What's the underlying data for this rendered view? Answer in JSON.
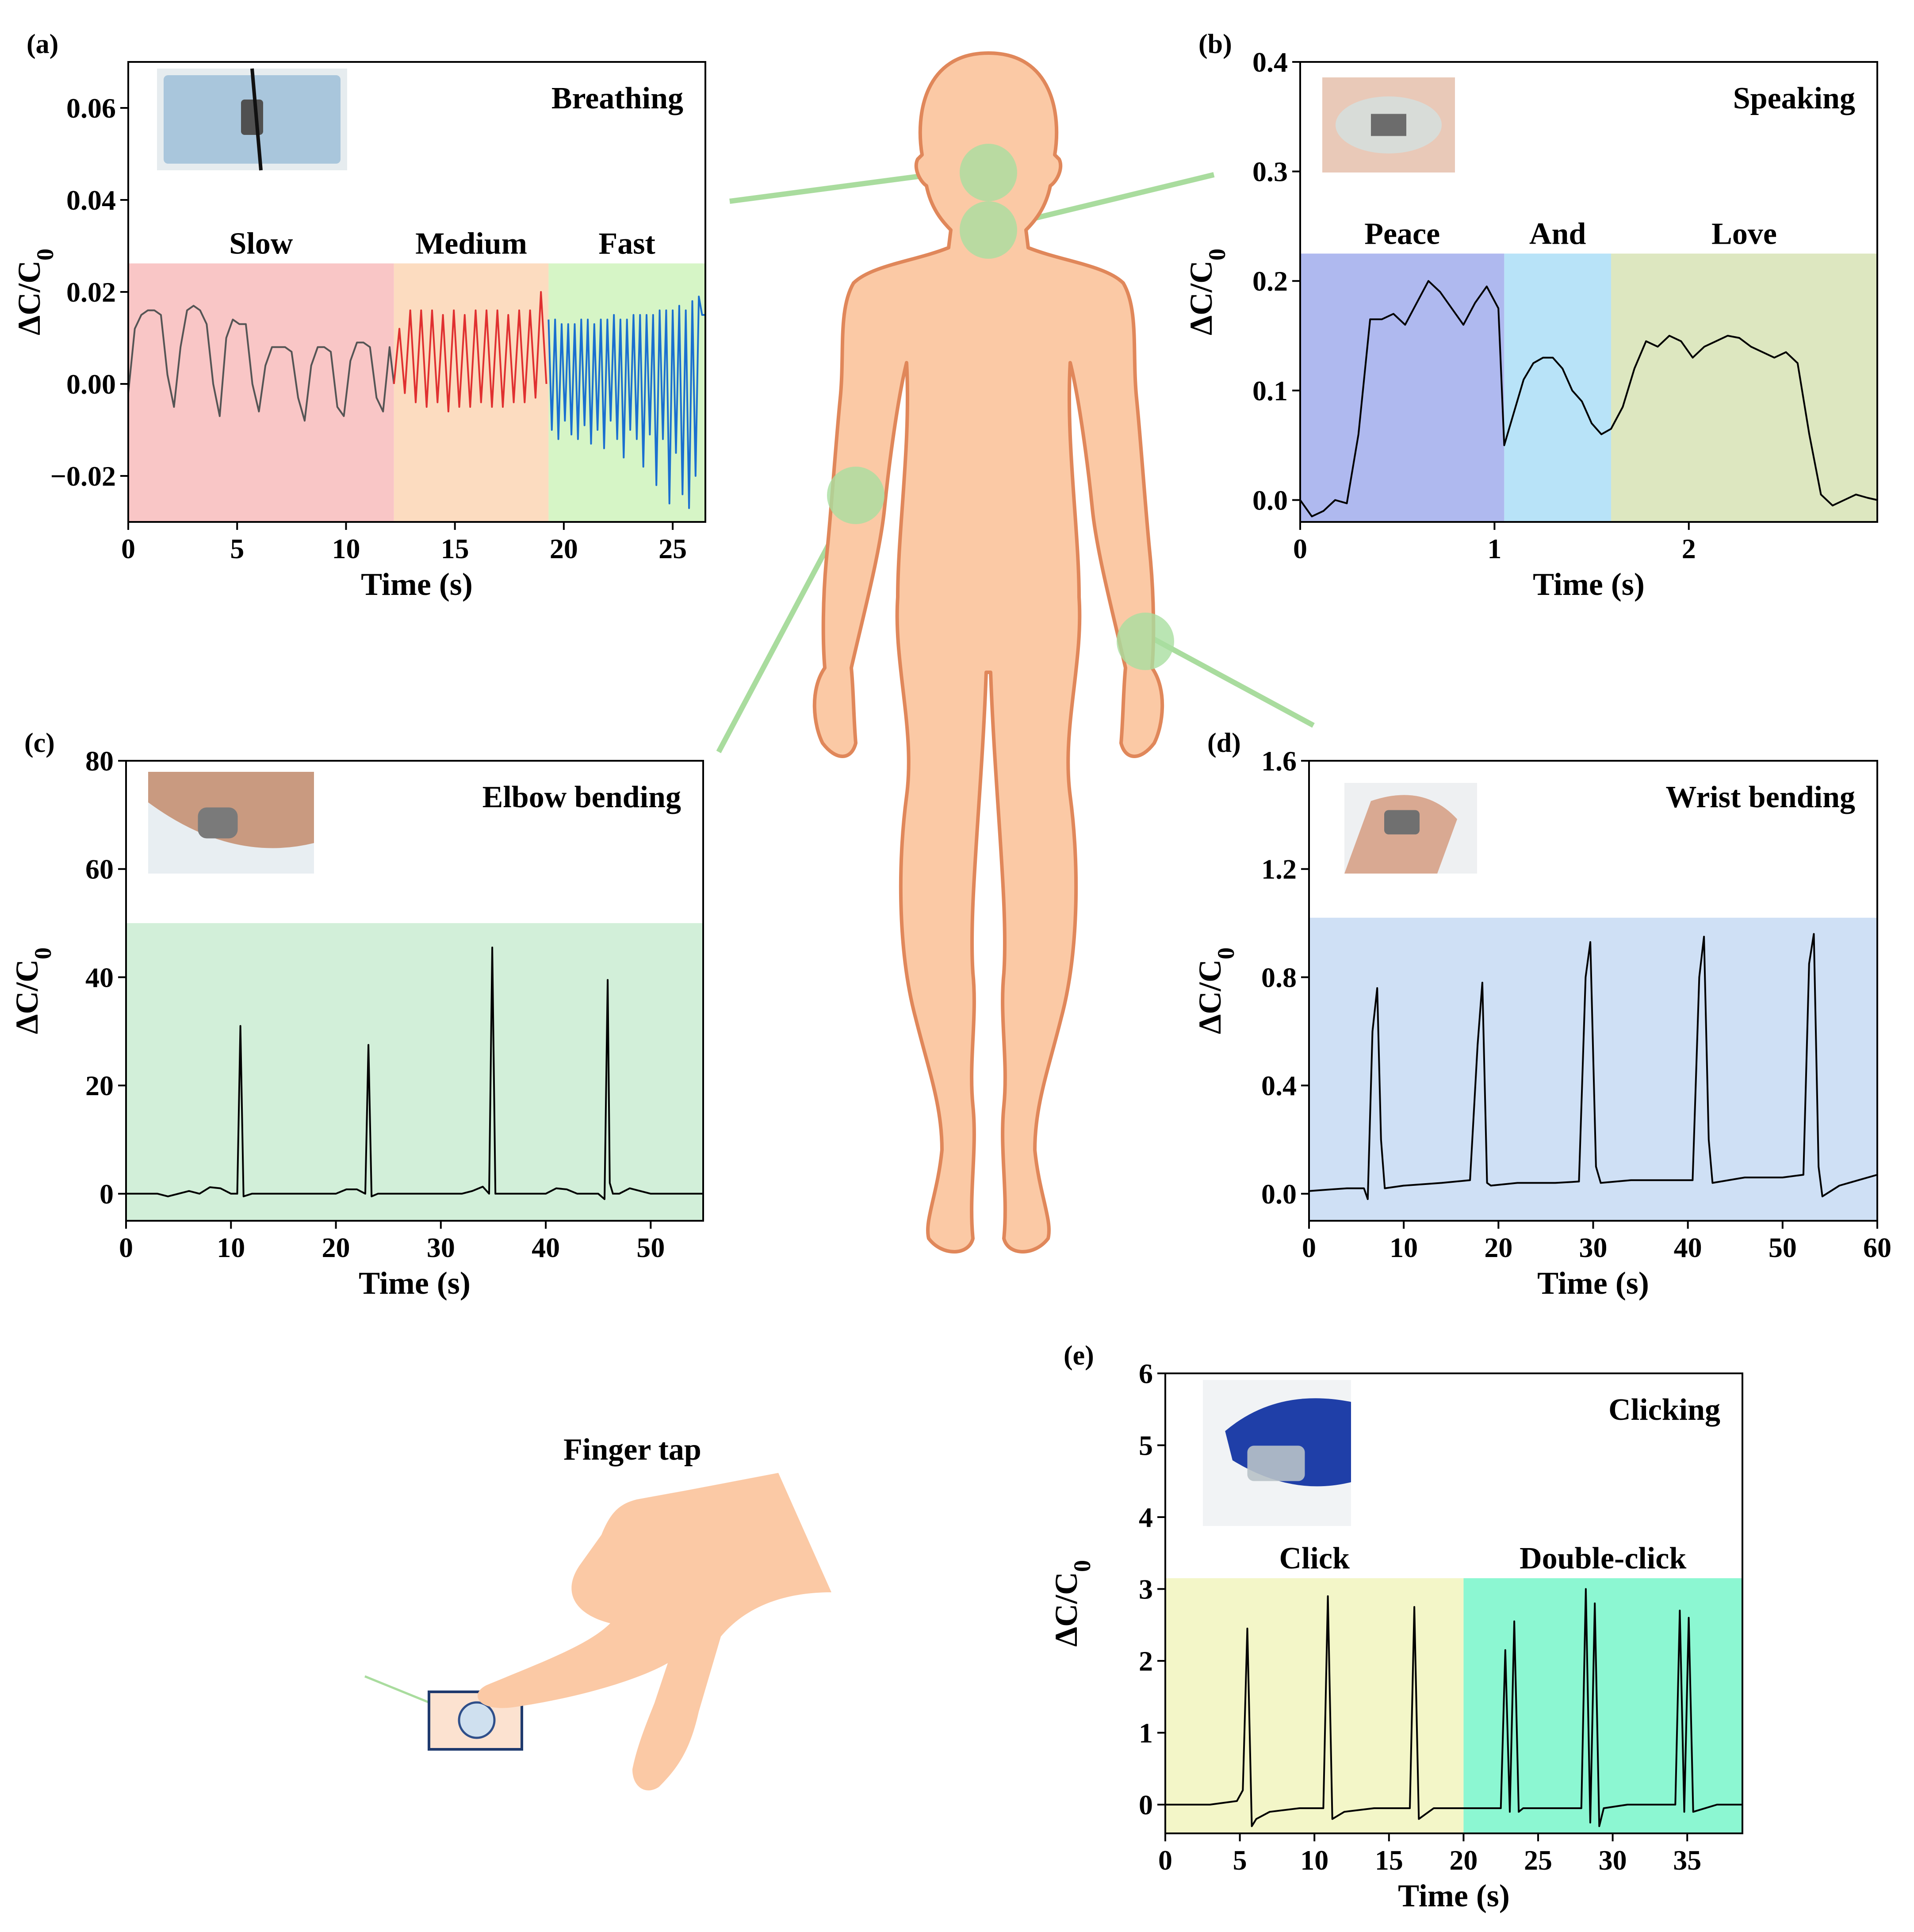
{
  "figure": {
    "finger_tap_label": "Finger tap",
    "colors": {
      "skin": "#fbc9a5",
      "outline": "#e0875a",
      "joint_marker": "#a9dfa0",
      "connector": "#a9dc9e"
    }
  },
  "chart_data": [
    {
      "id": "a",
      "panel_label": "(a)",
      "type": "line",
      "title": "Breathing",
      "xlabel": "Time (s)",
      "ylabel": "ΔC/C0",
      "xlim": [
        0,
        26.5
      ],
      "ylim": [
        -0.03,
        0.07
      ],
      "xticks": [
        0,
        5,
        10,
        15,
        20,
        25
      ],
      "yticks": [
        -0.02,
        0.0,
        0.02,
        0.04,
        0.06
      ],
      "ytick_labels": [
        "−0.02",
        "0.00",
        "0.02",
        "0.04",
        "0.06"
      ],
      "band_top": 0.0262,
      "regions": [
        {
          "label": "Slow",
          "x0": 0,
          "x1": 12.2,
          "color": "#f9c6c6"
        },
        {
          "label": "Medium",
          "x0": 12.2,
          "x1": 19.3,
          "color": "#fcdcc0"
        },
        {
          "label": "Fast",
          "x0": 19.3,
          "x1": 26.5,
          "color": "#d6f5c6"
        }
      ],
      "series": [
        {
          "color": "#555555",
          "x": [
            0,
            0.3,
            0.6,
            0.9,
            1.2,
            1.5,
            1.8,
            2.1,
            2.4,
            2.7,
            3.0,
            3.3,
            3.6,
            3.9,
            4.2,
            4.5,
            4.8,
            5.1,
            5.4,
            5.7,
            6.0,
            6.3,
            6.6,
            6.9,
            7.2,
            7.5,
            7.8,
            8.1,
            8.4,
            8.7,
            9.0,
            9.3,
            9.6,
            9.9,
            10.2,
            10.5,
            10.8,
            11.1,
            11.4,
            11.7,
            12.0,
            12.2
          ],
          "y": [
            -0.002,
            0.012,
            0.015,
            0.016,
            0.016,
            0.015,
            0.002,
            -0.005,
            0.008,
            0.016,
            0.017,
            0.016,
            0.013,
            0.0,
            -0.007,
            0.01,
            0.014,
            0.013,
            0.013,
            0.0,
            -0.006,
            0.004,
            0.008,
            0.008,
            0.008,
            0.007,
            -0.003,
            -0.008,
            0.004,
            0.008,
            0.008,
            0.007,
            -0.005,
            -0.007,
            0.005,
            0.009,
            0.009,
            0.008,
            -0.003,
            -0.006,
            0.008,
            0.0
          ]
        },
        {
          "color": "#e03030",
          "x": [
            12.2,
            12.45,
            12.7,
            12.95,
            13.2,
            13.45,
            13.7,
            13.95,
            14.2,
            14.45,
            14.7,
            14.95,
            15.2,
            15.45,
            15.7,
            15.95,
            16.2,
            16.45,
            16.7,
            16.95,
            17.2,
            17.45,
            17.7,
            17.95,
            18.2,
            18.45,
            18.7,
            18.95,
            19.2
          ],
          "y": [
            0.0,
            0.012,
            -0.002,
            0.016,
            -0.004,
            0.016,
            -0.005,
            0.016,
            -0.004,
            0.015,
            -0.006,
            0.016,
            -0.005,
            0.015,
            -0.005,
            0.016,
            -0.004,
            0.016,
            -0.005,
            0.016,
            -0.005,
            0.015,
            -0.004,
            0.016,
            -0.004,
            0.016,
            -0.003,
            0.02,
            0.0
          ]
        },
        {
          "color": "#1a6fd0",
          "x": [
            19.3,
            19.45,
            19.6,
            19.75,
            19.9,
            20.05,
            20.2,
            20.35,
            20.5,
            20.65,
            20.8,
            20.95,
            21.1,
            21.25,
            21.4,
            21.55,
            21.7,
            21.85,
            22.0,
            22.15,
            22.3,
            22.45,
            22.6,
            22.75,
            22.9,
            23.05,
            23.2,
            23.35,
            23.5,
            23.65,
            23.8,
            23.95,
            24.1,
            24.25,
            24.4,
            24.55,
            24.7,
            24.85,
            25.0,
            25.15,
            25.3,
            25.45,
            25.6,
            25.75,
            25.9,
            26.05,
            26.2,
            26.35,
            26.5
          ],
          "y": [
            0.014,
            -0.01,
            0.014,
            -0.012,
            0.013,
            -0.008,
            0.013,
            -0.011,
            0.013,
            -0.012,
            0.014,
            -0.009,
            0.014,
            -0.013,
            0.013,
            -0.01,
            0.014,
            -0.014,
            0.014,
            -0.008,
            0.015,
            -0.012,
            0.014,
            -0.016,
            0.014,
            -0.01,
            0.015,
            -0.012,
            0.015,
            -0.018,
            0.015,
            -0.011,
            0.015,
            -0.022,
            0.016,
            -0.012,
            0.016,
            -0.026,
            0.016,
            -0.015,
            0.017,
            -0.024,
            0.016,
            -0.027,
            0.018,
            -0.02,
            0.019,
            0.015,
            0.015
          ]
        }
      ]
    },
    {
      "id": "b",
      "panel_label": "(b)",
      "type": "line",
      "title": "Speaking",
      "xlabel": "Time (s)",
      "ylabel": "ΔC/C0",
      "xlim": [
        0,
        2.97
      ],
      "ylim": [
        -0.02,
        0.4
      ],
      "xticks": [
        0,
        1,
        2
      ],
      "yticks": [
        0.0,
        0.1,
        0.2,
        0.3,
        0.4
      ],
      "ytick_labels": [
        "0.0",
        "0.1",
        "0.2",
        "0.3",
        "0.4"
      ],
      "band_top": 0.225,
      "regions": [
        {
          "label": "Peace",
          "x0": 0,
          "x1": 1.05,
          "color": "#afb9ef"
        },
        {
          "label": "And",
          "x0": 1.05,
          "x1": 1.6,
          "color": "#b8e3f8"
        },
        {
          "label": "Love",
          "x0": 1.6,
          "x1": 2.97,
          "color": "#dde7c0"
        }
      ],
      "series": [
        {
          "color": "#000000",
          "x": [
            0.0,
            0.06,
            0.12,
            0.18,
            0.24,
            0.3,
            0.36,
            0.42,
            0.48,
            0.54,
            0.6,
            0.66,
            0.72,
            0.78,
            0.84,
            0.9,
            0.96,
            1.02,
            1.05,
            1.1,
            1.15,
            1.2,
            1.25,
            1.3,
            1.35,
            1.4,
            1.45,
            1.5,
            1.55,
            1.6,
            1.66,
            1.72,
            1.78,
            1.84,
            1.9,
            1.96,
            2.02,
            2.08,
            2.14,
            2.2,
            2.26,
            2.32,
            2.38,
            2.44,
            2.5,
            2.56,
            2.62,
            2.68,
            2.74,
            2.8,
            2.86,
            2.92,
            2.97
          ],
          "y": [
            0.0,
            -0.015,
            -0.01,
            0.0,
            -0.003,
            0.06,
            0.165,
            0.165,
            0.17,
            0.16,
            0.18,
            0.2,
            0.19,
            0.175,
            0.16,
            0.18,
            0.195,
            0.175,
            0.05,
            0.08,
            0.11,
            0.125,
            0.13,
            0.13,
            0.12,
            0.1,
            0.09,
            0.07,
            0.06,
            0.065,
            0.085,
            0.12,
            0.145,
            0.14,
            0.15,
            0.145,
            0.13,
            0.14,
            0.145,
            0.15,
            0.148,
            0.14,
            0.135,
            0.13,
            0.135,
            0.125,
            0.06,
            0.005,
            -0.005,
            0.0,
            0.005,
            0.002,
            0.0
          ]
        }
      ]
    },
    {
      "id": "c",
      "panel_label": "(c)",
      "type": "line",
      "title": "Elbow bending",
      "xlabel": "Time (s)",
      "ylabel": "ΔC/C0",
      "xlim": [
        0,
        55
      ],
      "ylim": [
        -5,
        80
      ],
      "xticks": [
        0,
        10,
        20,
        30,
        40,
        50
      ],
      "yticks": [
        0,
        20,
        40,
        60,
        80
      ],
      "ytick_labels": [
        "0",
        "20",
        "40",
        "60",
        "80"
      ],
      "band_top": 50,
      "regions": [
        {
          "label": "",
          "x0": 0,
          "x1": 55,
          "color": "#d2efd9"
        }
      ],
      "series": [
        {
          "color": "#000000",
          "x": [
            0,
            3,
            4,
            5,
            6,
            7,
            8,
            9,
            10,
            10.6,
            10.9,
            11.2,
            12,
            14,
            18,
            20,
            21,
            22,
            22.8,
            23.1,
            23.4,
            24,
            28,
            32,
            33,
            34,
            34.6,
            34.9,
            35.2,
            36,
            38,
            40,
            41,
            42,
            43,
            44,
            45,
            45.6,
            45.9,
            46.1,
            46.4,
            47,
            48,
            49,
            50,
            55
          ],
          "y": [
            0,
            0,
            -0.5,
            0,
            0.5,
            0,
            1.2,
            1.0,
            0,
            0,
            31,
            -0.5,
            0,
            0,
            0,
            0,
            0.8,
            0.8,
            0,
            27.5,
            -0.5,
            0,
            0,
            0,
            0.5,
            1.3,
            0,
            45.5,
            0,
            0,
            0,
            0,
            1.0,
            0.8,
            0,
            0,
            0,
            -1.0,
            39.5,
            2.0,
            0,
            0,
            1.0,
            0.5,
            0,
            0
          ]
        }
      ]
    },
    {
      "id": "d",
      "panel_label": "(d)",
      "type": "line",
      "title": "Wrist bending",
      "xlabel": "Time (s)",
      "ylabel": "ΔC/C0",
      "xlim": [
        0,
        60
      ],
      "ylim": [
        -0.1,
        1.6
      ],
      "xticks": [
        0,
        10,
        20,
        30,
        40,
        50,
        60
      ],
      "yticks": [
        0.0,
        0.4,
        0.8,
        1.2,
        1.6
      ],
      "ytick_labels": [
        "0.0",
        "0.4",
        "0.8",
        "1.2",
        "1.6"
      ],
      "band_top": 1.02,
      "regions": [
        {
          "label": "",
          "x0": 0,
          "x1": 60,
          "color": "#cfe0f5"
        }
      ],
      "series": [
        {
          "color": "#000000",
          "x": [
            0,
            2,
            4,
            5.8,
            6.2,
            6.7,
            7.2,
            7.6,
            8,
            10,
            14,
            17,
            17.8,
            18.3,
            18.8,
            19.2,
            22,
            26,
            28.5,
            29.2,
            29.7,
            30.3,
            30.8,
            34,
            38,
            40.5,
            41.2,
            41.7,
            42.2,
            42.6,
            46,
            50,
            52.2,
            52.8,
            53.3,
            53.8,
            54.2,
            56,
            58,
            60
          ],
          "y": [
            0.01,
            0.015,
            0.02,
            0.02,
            -0.02,
            0.6,
            0.76,
            0.2,
            0.02,
            0.03,
            0.04,
            0.05,
            0.55,
            0.78,
            0.04,
            0.03,
            0.04,
            0.04,
            0.045,
            0.8,
            0.93,
            0.1,
            0.04,
            0.05,
            0.05,
            0.05,
            0.8,
            0.95,
            0.2,
            0.04,
            0.06,
            0.06,
            0.07,
            0.85,
            0.96,
            0.1,
            -0.01,
            0.03,
            0.05,
            0.07
          ]
        }
      ]
    },
    {
      "id": "e",
      "panel_label": "(e)",
      "type": "line",
      "title": "Clicking",
      "xlabel": "Time (s)",
      "ylabel": "ΔC/C0",
      "xlim": [
        0,
        38.7
      ],
      "ylim": [
        -0.4,
        6
      ],
      "xticks": [
        0,
        5,
        10,
        15,
        20,
        25,
        30,
        35
      ],
      "yticks": [
        0,
        1,
        2,
        3,
        4,
        5,
        6
      ],
      "ytick_labels": [
        "0",
        "1",
        "2",
        "3",
        "4",
        "5",
        "6"
      ],
      "band_top": 3.15,
      "regions": [
        {
          "label": "Click",
          "x0": 0,
          "x1": 20,
          "color": "#f3f6c8"
        },
        {
          "label": "Double-click",
          "x0": 20,
          "x1": 38.7,
          "color": "#8cf7d2"
        }
      ],
      "series": [
        {
          "color": "#000000",
          "x": [
            0,
            3,
            4.8,
            5.2,
            5.5,
            5.8,
            6.1,
            7,
            9,
            10.6,
            10.9,
            11.2,
            12,
            14,
            16.4,
            16.7,
            17.0,
            18,
            20,
            22.5,
            22.8,
            23.1,
            23.4,
            23.7,
            24,
            26,
            27.9,
            28.2,
            28.5,
            28.8,
            29.1,
            29.4,
            31,
            33.5,
            34.2,
            34.5,
            34.8,
            35.1,
            35.4,
            37,
            38.7
          ],
          "y": [
            0,
            0,
            0.05,
            0.2,
            2.45,
            -0.3,
            -0.2,
            -0.1,
            -0.05,
            -0.05,
            2.9,
            -0.2,
            -0.1,
            -0.05,
            -0.05,
            2.75,
            -0.2,
            -0.05,
            -0.05,
            -0.05,
            2.15,
            -0.1,
            2.55,
            -0.1,
            -0.05,
            -0.05,
            -0.05,
            3.0,
            -0.25,
            2.8,
            -0.3,
            -0.05,
            0.0,
            0.0,
            0.0,
            2.7,
            -0.1,
            2.6,
            -0.1,
            0.0,
            0.0
          ]
        }
      ]
    }
  ]
}
